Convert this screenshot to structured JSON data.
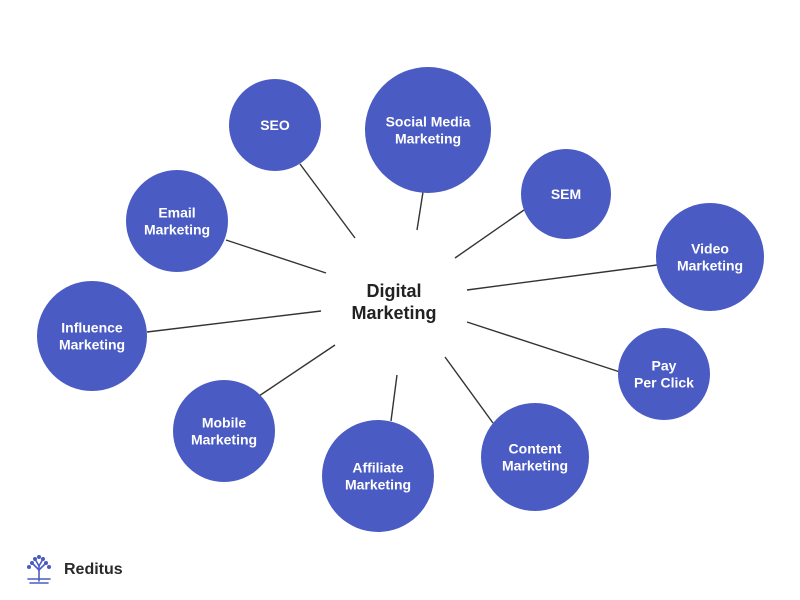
{
  "center": {
    "lines": [
      "Digital",
      "Marketing"
    ]
  },
  "colors": {
    "node_fill": "#4a5bc4",
    "node_text": "#ffffff",
    "center_text": "#222222",
    "connector": "#333333"
  },
  "nodes": [
    {
      "id": "seo",
      "lines": [
        "SEO"
      ]
    },
    {
      "id": "social-media-marketing",
      "lines": [
        "Social Media",
        "Marketing"
      ]
    },
    {
      "id": "sem",
      "lines": [
        "SEM"
      ]
    },
    {
      "id": "video-marketing",
      "lines": [
        "Video",
        "Marketing"
      ]
    },
    {
      "id": "pay-per-click",
      "lines": [
        "Pay",
        "Per Click"
      ]
    },
    {
      "id": "content-marketing",
      "lines": [
        "Content",
        "Marketing"
      ]
    },
    {
      "id": "affiliate-marketing",
      "lines": [
        "Affiliate",
        "Marketing"
      ]
    },
    {
      "id": "mobile-marketing",
      "lines": [
        "Mobile",
        "Marketing"
      ]
    },
    {
      "id": "influence-marketing",
      "lines": [
        "Influence",
        "Marketing"
      ]
    },
    {
      "id": "email-marketing",
      "lines": [
        "Email",
        "Marketing"
      ]
    }
  ],
  "logo": {
    "text": "Reditus",
    "icon": "tree-icon"
  }
}
